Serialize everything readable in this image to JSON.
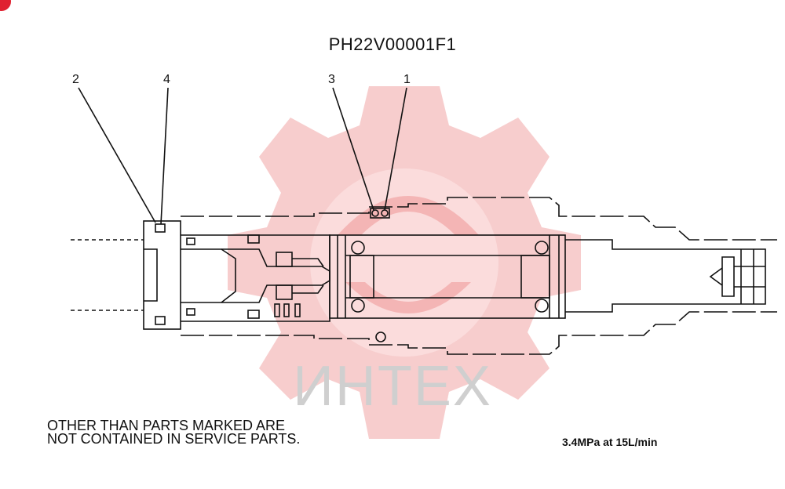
{
  "title": "PH22V00001F1",
  "callouts": {
    "c1": "1",
    "c2": "2",
    "c3": "3",
    "c4": "4"
  },
  "note": {
    "line1": "OTHER THAN PARTS MARKED ARE",
    "line2": "NOT CONTAINED IN SERVICE PARTS."
  },
  "spec": "3.4MPa  at  15L/min",
  "watermark": {
    "text": "ИНТЕХ",
    "icon": "gear-logo-icon",
    "color": "#f4b8b8"
  },
  "corner_badge_color": "#e02030"
}
